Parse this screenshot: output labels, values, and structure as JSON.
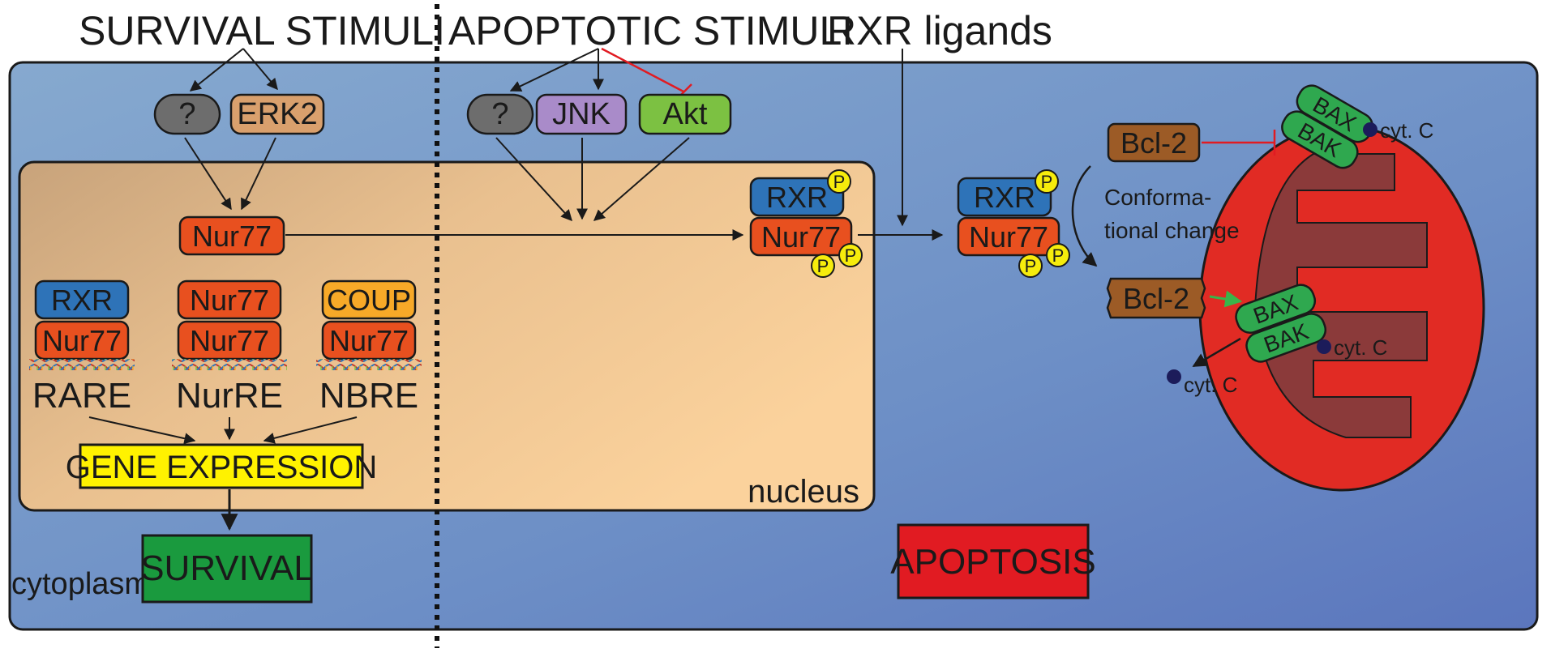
{
  "headers": {
    "survival": "SURVIVAL STIMULI",
    "apoptotic": "APOPTOTIC STIMULI",
    "rxr_ligands": "RXR ligands"
  },
  "kinases": {
    "unknown1": "?",
    "erk2": "ERK2",
    "unknown2": "?",
    "jnk": "JNK",
    "akt": "Akt"
  },
  "nucleus": {
    "label": "nucleus",
    "nur77_main": "Nur77",
    "dimers": [
      {
        "top": "RXR",
        "bottom": "Nur77",
        "element": "RARE"
      },
      {
        "top": "Nur77",
        "bottom": "Nur77",
        "element": "NurRE"
      },
      {
        "top": "COUP",
        "bottom": "Nur77",
        "element": "NBRE"
      }
    ],
    "gene_expression": "GENE EXPRESSION",
    "phospho_complex": {
      "top": "RXR",
      "bottom": "Nur77",
      "p": "P"
    }
  },
  "cytoplasm": {
    "label": "cytoplasm",
    "survival": "SURVIVAL",
    "apoptosis": "APOPTOSIS",
    "phospho_complex": {
      "top": "RXR",
      "bottom": "Nur77",
      "p": "P"
    }
  },
  "mitochondria": {
    "bcl2_top": "Bcl-2",
    "bcl2_bottom": "Bcl-2",
    "conformational": [
      "Conforma-",
      "tional change"
    ],
    "bax": "BAX",
    "bak": "BAK",
    "cytc": "cyt. C"
  },
  "colors": {
    "cell_bg": "#6f93c6",
    "nucleus_bg": "#e9c08f",
    "nur77": "#e8501f",
    "rxr": "#2e73b8",
    "coup": "#f7a928",
    "erk2": "#d9a06d",
    "jnk": "#a98bc9",
    "akt": "#7cc142",
    "gene_expression": "#fff200",
    "survival": "#1a9a3e",
    "apoptosis": "#e11b22",
    "mito_outer": "#e12b24",
    "mito_inner": "#8b3a3a",
    "bcl2": "#9c5b26",
    "bax": "#2fa84f",
    "p_circle": "#f6ec0c",
    "inhibit": "#e11b22",
    "activate": "#39b54a"
  }
}
